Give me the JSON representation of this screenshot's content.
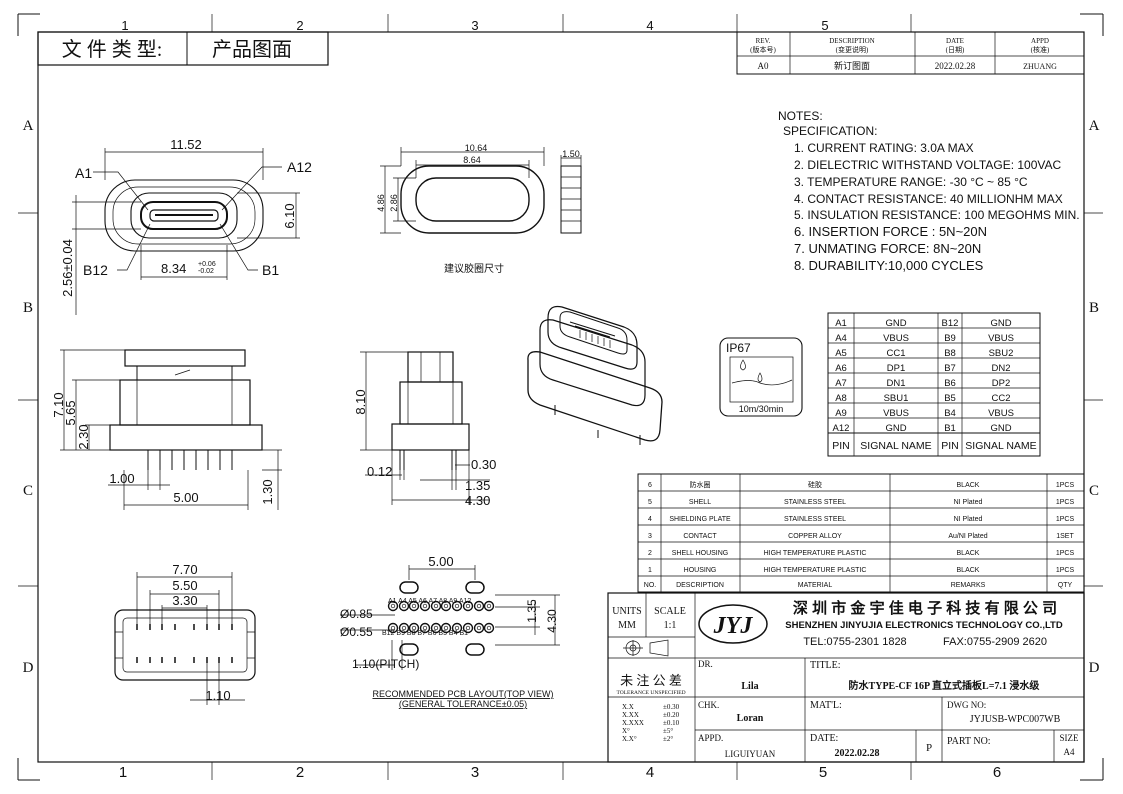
{
  "header": {
    "doc_type_label": "文 件 类 型:",
    "doc_type_value": "产品图面"
  },
  "grid": {
    "columns": [
      "1",
      "2",
      "3",
      "4",
      "5",
      "6"
    ],
    "rows": [
      "A",
      "B",
      "C",
      "D"
    ]
  },
  "revision": {
    "headers": {
      "rev": "REV.",
      "rev_cn": "(版本号)",
      "desc": "DESCRIPTION",
      "desc_cn": "(变更说明)",
      "date": "DATE",
      "date_cn": "(日期)",
      "appd": "APPD",
      "appd_cn": "(核准)"
    },
    "row": {
      "rev": "A0",
      "desc": "新订图面",
      "date": "2022.02.28",
      "appd": "ZHUANG"
    }
  },
  "notes": {
    "title": "NOTES:",
    "spec": "SPECIFICATION:",
    "items": [
      "1. CURRENT RATING: 3.0A MAX",
      "2. DIELECTRIC WITHSTAND VOLTAGE: 100VAC",
      "3. TEMPERATURE RANGE: -30 °C ~ 85 °C",
      "4. CONTACT RESISTANCE: 40 MILLIONHM MAX",
      "5. INSULATION RESISTANCE: 100 MEGOHMS MIN.",
      "6. INSERTION FORCE : 5N~20N",
      "7. UNMATING FORCE: 8N~20N",
      "8. DURABILITY:10,000 CYCLES"
    ]
  },
  "front_view": {
    "dim_width": "11.52",
    "dim_inner": "8.34",
    "dim_inner_tol_plus": "+0.06",
    "dim_inner_tol_minus": "-0.02",
    "dim_height": "6.10",
    "dim_depth": "2.56±0.04",
    "label_a1": "A1",
    "label_a12": "A12",
    "label_b12": "B12",
    "label_b1": "B1"
  },
  "gasket_view": {
    "dim_outer_w": "10.64",
    "dim_inner_w": "8.64",
    "dim_thick": "1.50",
    "dim_outer_h": "4.86",
    "dim_inner_h": "2.86",
    "caption": "建议胶圈尺寸"
  },
  "side_view": {
    "dim_710": "7.10",
    "dim_565": "5.65",
    "dim_230": "2.30",
    "dim_100": "1.00",
    "dim_500": "5.00",
    "dim_130": "1.30"
  },
  "end_view": {
    "dim_810": "8.10",
    "dim_012": "0.12",
    "dim_030": "0.30",
    "dim_135": "1.35",
    "dim_430": "4.30"
  },
  "ip_box": {
    "rating": "IP67",
    "depth": "10m/30min"
  },
  "pin_table": {
    "rows": [
      [
        "A1",
        "GND",
        "B12",
        "GND"
      ],
      [
        "A4",
        "VBUS",
        "B9",
        "VBUS"
      ],
      [
        "A5",
        "CC1",
        "B8",
        "SBU2"
      ],
      [
        "A6",
        "DP1",
        "B7",
        "DN2"
      ],
      [
        "A7",
        "DN1",
        "B6",
        "DP2"
      ],
      [
        "A8",
        "SBU1",
        "B5",
        "CC2"
      ],
      [
        "A9",
        "VBUS",
        "B4",
        "VBUS"
      ],
      [
        "A12",
        "GND",
        "B1",
        "GND"
      ]
    ],
    "header": [
      "PIN",
      "SIGNAL NAME",
      "PIN",
      "SIGNAL NAME"
    ]
  },
  "bom": {
    "rows": [
      [
        "6",
        "防水圈",
        "硅胶",
        "BLACK",
        "1PCS"
      ],
      [
        "5",
        "SHELL",
        "STAINLESS STEEL",
        "NI  Plated",
        "1PCS"
      ],
      [
        "4",
        "SHIELDING PLATE",
        "STAINLESS STEEL",
        "NI   Plated",
        "1PCS"
      ],
      [
        "3",
        "CONTACT",
        "COPPER ALLOY",
        "Au/NI Plated",
        "1SET"
      ],
      [
        "2",
        "SHELL HOUSING",
        "HIGH TEMPERATURE PLASTIC",
        "BLACK",
        "1PCS"
      ],
      [
        "1",
        "HOUSING",
        "HIGH TEMPERATURE PLASTIC",
        "BLACK",
        "1PCS"
      ]
    ],
    "header": [
      "NO.",
      "DESCRIPTION",
      "MATERIAL",
      "REMARKS",
      "QTY"
    ]
  },
  "bottom_view": {
    "dim_770": "7.70",
    "dim_550": "5.50",
    "dim_330": "3.30",
    "dim_110": "1.10"
  },
  "pcb_layout": {
    "dim_500": "5.00",
    "dim_085": "Ø0.85",
    "dim_055": "Ø0.55",
    "dim_135": "1.35",
    "dim_430": "4.30",
    "pitch": "1.10(PITCH)",
    "top_pins": "A1 A4 A5 A6 A7 A8 A9 A12",
    "bottom_pins": "B12 B9 B8 B7 B6 B5 B4 B1",
    "caption1": "RECOMMENDED PCB LAYOUT(TOP VIEW)",
    "caption2": "(GENERAL TOLERANCE±0.05)"
  },
  "title_block": {
    "units_label": "UNITS",
    "units_value": "MM",
    "scale_label": "SCALE",
    "scale_value": "1:1",
    "logo": "JYJ",
    "company_cn": "深 圳 市 金 宇 佳 电 子 科 技 有 限 公 司",
    "company_en": "SHENZHEN JINYUJIA ELECTRONICS TECHNOLOGY CO.,LTD",
    "tel": "TEL:0755-2301 1828",
    "fax": "FAX:0755-2909 2620",
    "tol_cn": "未 注 公 差",
    "tol_en": "TOLERANCE UNSPECIFIED",
    "tol_rows": [
      [
        "X.X",
        "±0.30"
      ],
      [
        "X.XX",
        "±0.20"
      ],
      [
        "X.XXX",
        "±0.10"
      ],
      [
        "X°",
        "±5°"
      ],
      [
        "X.X°",
        "±2°"
      ]
    ],
    "dr_label": "DR.",
    "dr_value": "Lila",
    "chk_label": "CHK.",
    "chk_value": "Loran",
    "appd_label": "APPD.",
    "appd_value": "LIGUIYUAN",
    "title_label": "TITLE:",
    "title_value": "防水TYPE-CF 16P 直立式插板L=7.1 浸水级",
    "matl_label": "MAT'L:",
    "dwg_label": "DWG NO:",
    "dwg_value": "JYJUSB-WPC007WB",
    "date_label": "DATE:",
    "date_value": "2022.02.28",
    "p_mark": "P",
    "part_label": "PART NO:",
    "size_label": "SIZE",
    "size_value": "A4"
  }
}
